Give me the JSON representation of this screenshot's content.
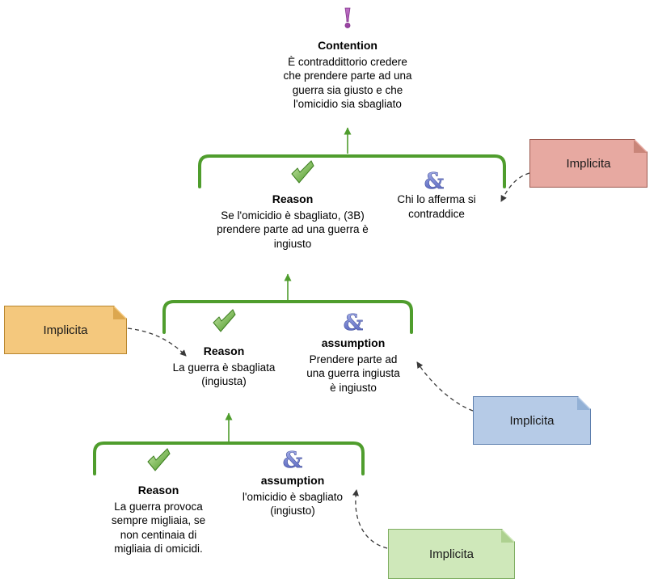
{
  "contention": {
    "label": "Contention",
    "text": "È contraddittorio credere che prendere parte ad una guerra sia giusto e che l'omicidio sia sbagliato"
  },
  "icons": {
    "contention_mark": "!",
    "conjunction_mark": "&"
  },
  "level1": {
    "reason": {
      "label": "Reason",
      "text": "Se l'omicidio è sbagliato, (3B) prendere parte ad una guerra è ingiusto"
    },
    "copremise": {
      "text": "Chi lo afferma si contraddice"
    }
  },
  "level2": {
    "reason": {
      "label": "Reason",
      "text": "La guerra è sbagliata (ingiusta)"
    },
    "assumption": {
      "label": "assumption",
      "text": "Prendere parte ad una guerra ingiusta è ingiusto"
    }
  },
  "level3": {
    "reason": {
      "label": "Reason",
      "text": "La guerra provoca sempre migliaia, se non centinaia di migliaia di omicidi."
    },
    "assumption": {
      "label": "assumption",
      "text": "l'omicidio è sbagliato (ingiusto)"
    }
  },
  "notes": {
    "pink": {
      "label": "Implicita",
      "fill": "#e7a9a1",
      "border": "#9c5a50"
    },
    "orange": {
      "label": "Implicita",
      "fill": "#f4c87d",
      "border": "#b8862e"
    },
    "blue": {
      "label": "Implicita",
      "fill": "#b6cbe7",
      "border": "#5d7fae"
    },
    "green": {
      "label": "Implicita",
      "fill": "#cfe8ba",
      "border": "#7fae62"
    }
  },
  "colors": {
    "tree_green": "#4f9d2d",
    "check_green": "#3e8c1e",
    "amp_blue": "#4d5cb8",
    "contention_purple": "#8a2f93",
    "connector_dark": "#3a3a3a"
  }
}
